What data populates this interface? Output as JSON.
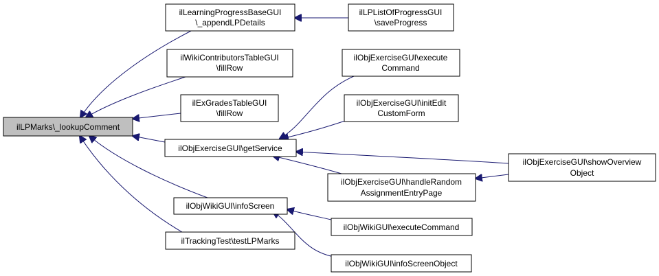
{
  "nodes": {
    "root": [
      "ilLPMarks\\_lookupComment"
    ],
    "lpbase": [
      "ilLearningProgressBaseGUI",
      "\\_appendLPDetails"
    ],
    "lplist": [
      "ilLPListOfProgressGUI",
      "\\saveProgress"
    ],
    "wikicontrib": [
      "ilWikiContributorsTableGUI",
      "\\fillRow"
    ],
    "exgrades": [
      "ilExGradesTableGUI",
      "\\fillRow"
    ],
    "getservice": [
      "ilObjExerciseGUI\\getService"
    ],
    "execcmd": [
      "ilObjExerciseGUI\\execute",
      "Command"
    ],
    "initedit": [
      "ilObjExerciseGUI\\initEdit",
      "CustomForm"
    ],
    "handlerandom": [
      "ilObjExerciseGUI\\handleRandom",
      "AssignmentEntryPage"
    ],
    "showoverview": [
      "ilObjExerciseGUI\\showOverview",
      "Object"
    ],
    "wikiinfo": [
      "ilObjWikiGUI\\infoScreen"
    ],
    "wikiexec": [
      "ilObjWikiGUI\\executeCommand"
    ],
    "wikiinfoobj": [
      "ilObjWikiGUI\\infoScreenObject"
    ],
    "tracking": [
      "ilTrackingTest\\testLPMarks"
    ]
  },
  "edges": [
    [
      "lpbase",
      "root"
    ],
    [
      "wikicontrib",
      "root"
    ],
    [
      "exgrades",
      "root"
    ],
    [
      "getservice",
      "root"
    ],
    [
      "wikiinfo",
      "root"
    ],
    [
      "tracking",
      "root"
    ],
    [
      "lplist",
      "lpbase"
    ],
    [
      "execcmd",
      "getservice"
    ],
    [
      "initedit",
      "getservice"
    ],
    [
      "handlerandom",
      "getservice"
    ],
    [
      "showoverview",
      "getservice"
    ],
    [
      "showoverview",
      "handlerandom"
    ],
    [
      "wikiexec",
      "wikiinfo"
    ],
    [
      "wikiinfoobj",
      "wikiinfo"
    ]
  ],
  "colors": {
    "edge": "#191970",
    "root_fill": "#bfbfbf",
    "node_fill": "#ffffff"
  }
}
